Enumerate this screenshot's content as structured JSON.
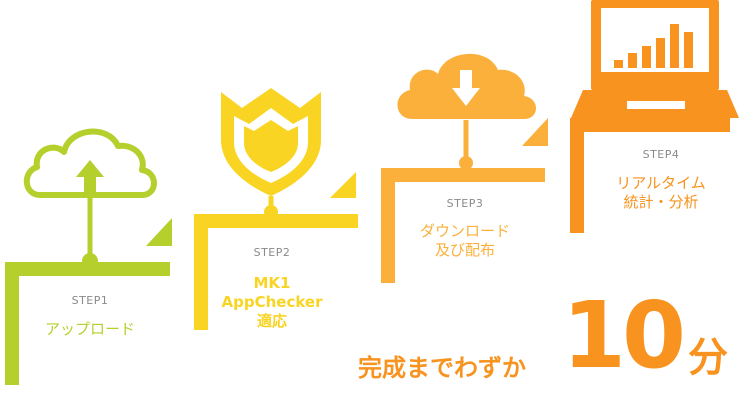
{
  "colors": {
    "step1": "#b5cf2c",
    "step2": "#f9d423",
    "step3": "#fbb03b",
    "step4": "#f7931e",
    "tagline": "#f7931e",
    "label_gray": "#8a8a8a"
  },
  "steps": [
    {
      "label": "STEP1",
      "title": "アップロード",
      "icon": "cloud-upload-icon"
    },
    {
      "label": "STEP2",
      "title": "MK1\nAppChecker\n適応",
      "icon": "shield-icon"
    },
    {
      "label": "STEP3",
      "title": "ダウンロード\n及び配布",
      "icon": "cloud-download-icon"
    },
    {
      "label": "STEP4",
      "title": "リアルタイム\n統計・分析",
      "icon": "laptop-chart-icon"
    }
  ],
  "tagline": {
    "prefix": "完成までわずか",
    "number": "10",
    "unit": "分"
  }
}
